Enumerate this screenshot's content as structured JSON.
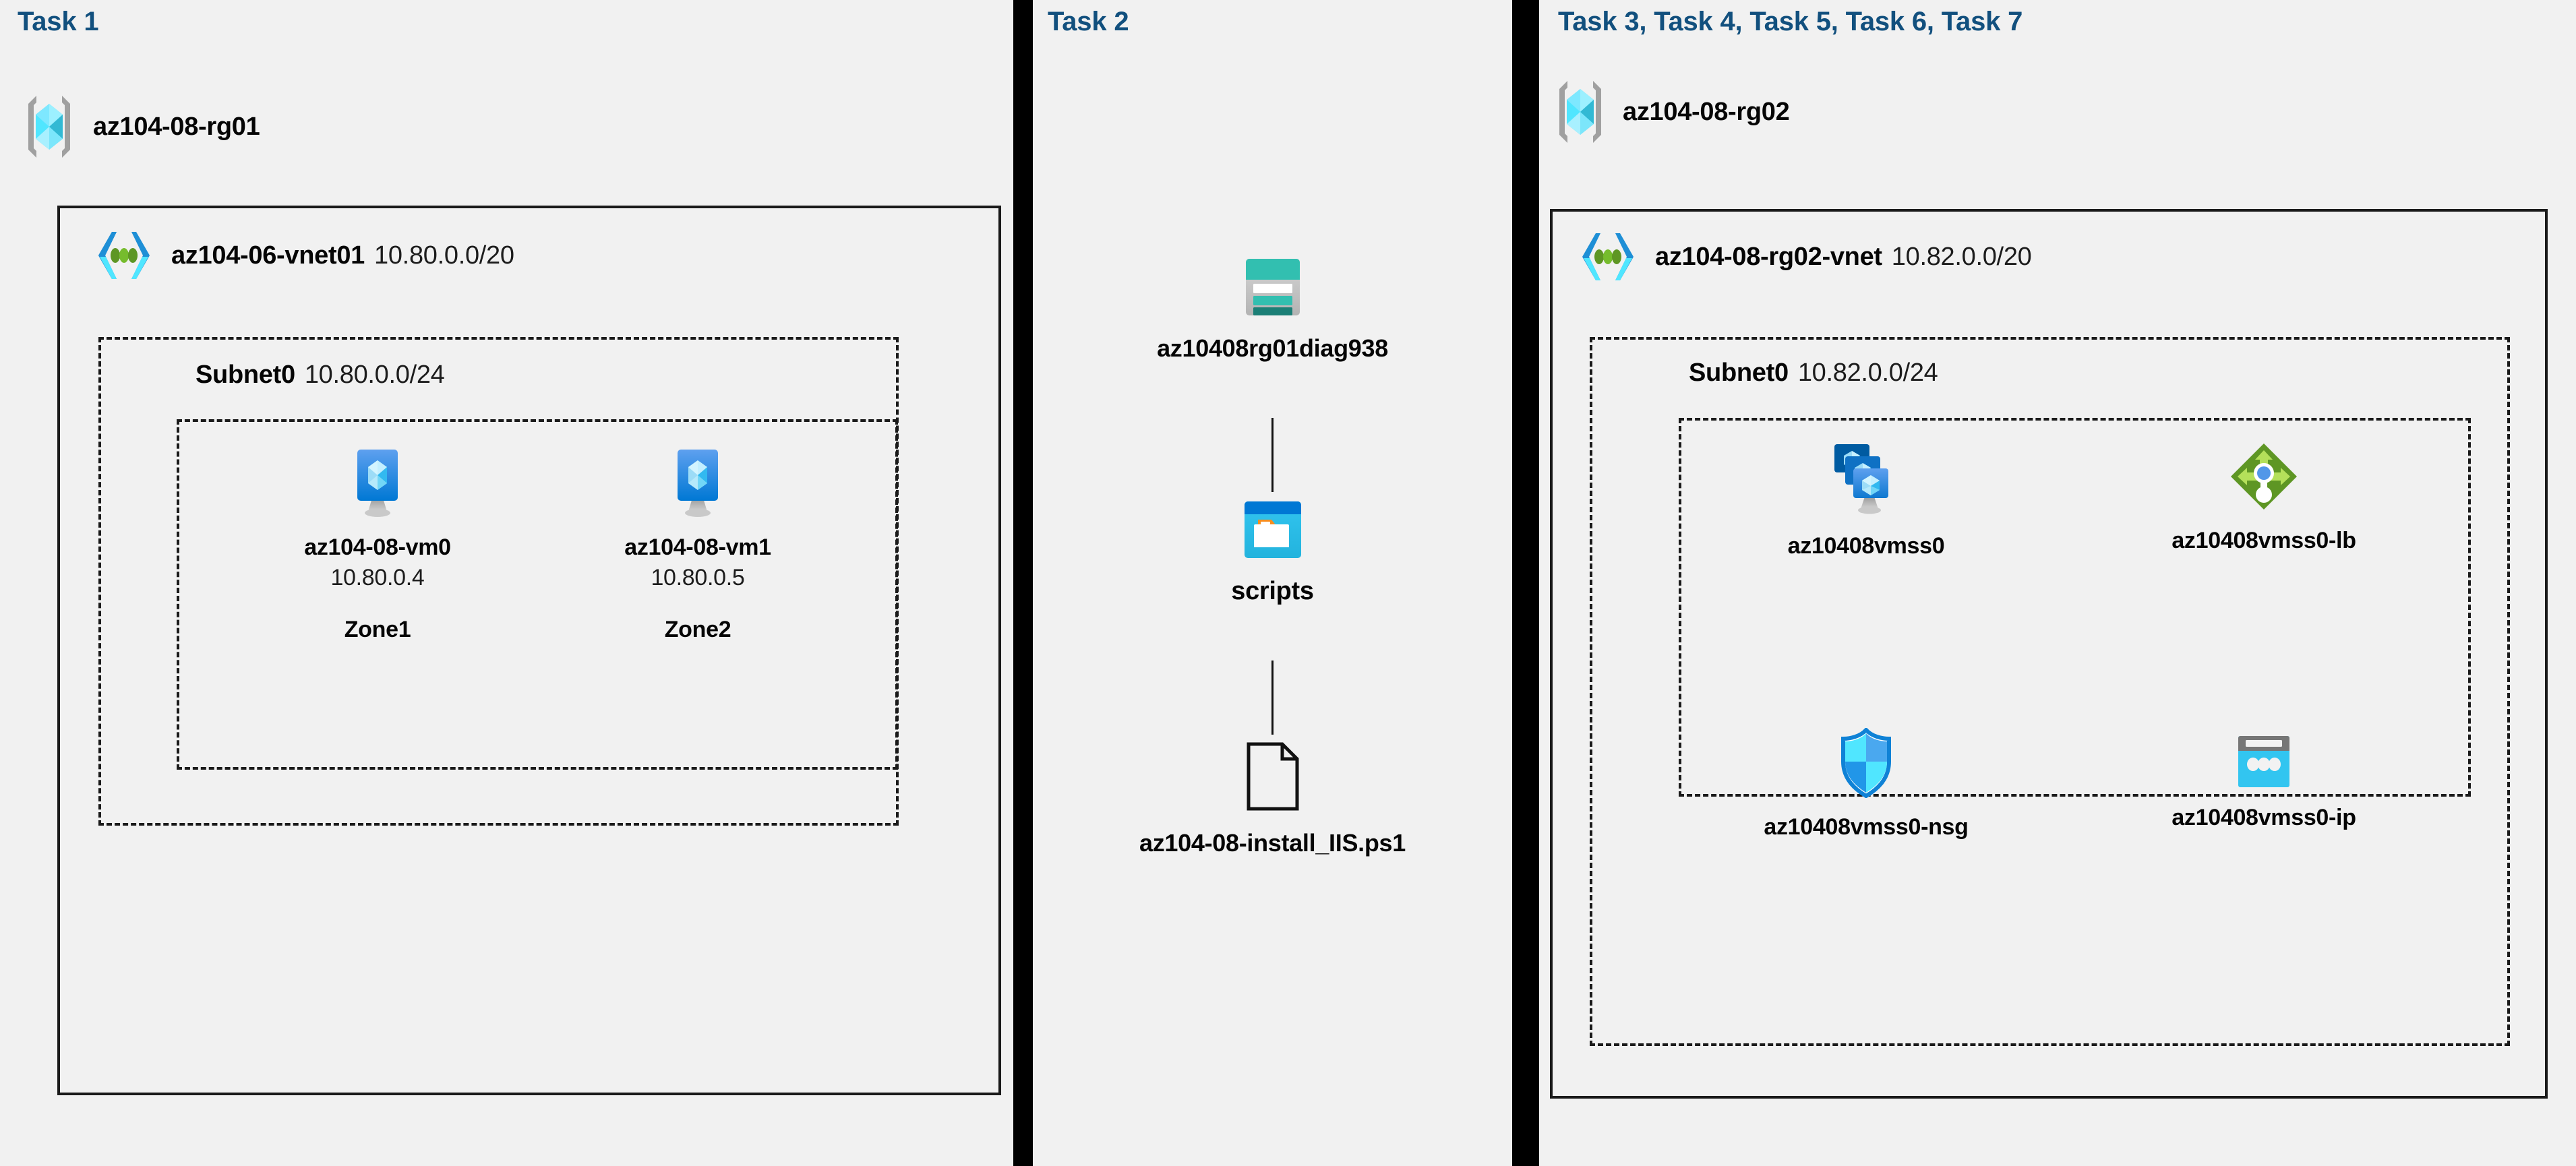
{
  "panels": [
    {
      "heading": "Task 1"
    },
    {
      "heading": "Task 2"
    },
    {
      "heading": "Task 3, Task 4, Task 5, Task 6, Task 7"
    }
  ],
  "task1": {
    "resource_group": {
      "name": "az104-08-rg01",
      "icon": "resource-group-icon"
    },
    "vnet": {
      "name": "az104-06-vnet01",
      "cidr": "10.80.0.0/20",
      "icon": "virtual-network-icon"
    },
    "subnet": {
      "name": "Subnet0",
      "cidr": "10.80.0.0/24"
    },
    "vms": [
      {
        "name": "az104-08-vm0",
        "ip": "10.80.0.4",
        "zone": "Zone1",
        "icon": "virtual-machine-icon"
      },
      {
        "name": "az104-08-vm1",
        "ip": "10.80.0.5",
        "zone": "Zone2",
        "icon": "virtual-machine-icon"
      }
    ]
  },
  "task2": {
    "storage_account": {
      "name": "az10408rg01diag938",
      "icon": "storage-account-icon"
    },
    "container": {
      "name": "scripts",
      "icon": "blob-container-icon"
    },
    "file": {
      "name": "az104-08-install_IIS.ps1",
      "icon": "file-icon"
    }
  },
  "task3": {
    "resource_group": {
      "name": "az104-08-rg02",
      "icon": "resource-group-icon"
    },
    "vnet": {
      "name": "az104-08-rg02-vnet",
      "cidr": "10.82.0.0/20",
      "icon": "virtual-network-icon"
    },
    "subnet": {
      "name": "Subnet0",
      "cidr": "10.82.0.0/24"
    },
    "resources": [
      {
        "name": "az10408vmss0",
        "icon": "vm-scale-set-icon"
      },
      {
        "name": "az10408vmss0-lb",
        "icon": "load-balancer-icon"
      },
      {
        "name": "az10408vmss0-nsg",
        "icon": "network-security-group-icon"
      },
      {
        "name": "az10408vmss0-ip",
        "icon": "public-ip-address-icon"
      }
    ]
  },
  "colors": {
    "heading": "#12507e",
    "panel_bg": "#f1f1f1",
    "divider": "#000000",
    "azure_blue": "#0078d4",
    "azure_cyan": "#50e6ff",
    "storage_teal": "#32bfb0",
    "lb_green": "#5e9624",
    "text": "#050505"
  }
}
